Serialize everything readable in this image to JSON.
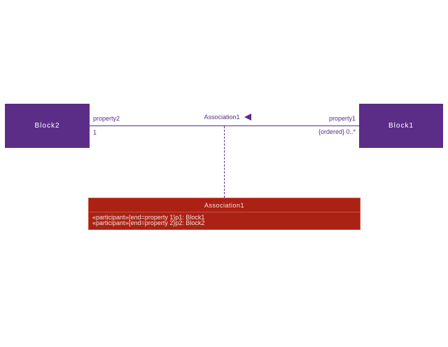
{
  "diagram": {
    "background": "#ffffff",
    "colors": {
      "block_fill": "#5c2d87",
      "connector": "#5c2d87",
      "label_text": "#5c2d87",
      "association_block_fill": "#ab2114",
      "association_block_border": "#c65140",
      "block_text": "#ffffff"
    },
    "block2": {
      "label": "Block2"
    },
    "block1": {
      "label": "Block1"
    },
    "association_line": {
      "name_label": "Association1",
      "direction_icon": "left-filled-triangle",
      "left_end": {
        "role": "property2",
        "multiplicity": "1"
      },
      "right_end": {
        "role": "property1",
        "multiplicity": "{ordered} 0..*"
      }
    },
    "association_block": {
      "title": "Association1",
      "participants": [
        "«participant»{end=property 1}p1: Block1",
        "«participant»{end=property 2}p2: Block2"
      ]
    }
  }
}
